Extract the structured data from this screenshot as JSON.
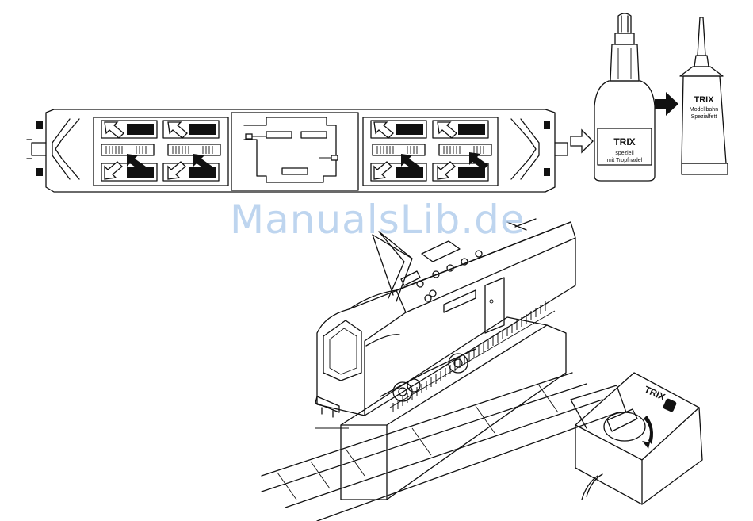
{
  "watermark": {
    "text": "ManualsLib.de",
    "color": "#a9c8ea"
  },
  "oil_bottle": {
    "brand": "TRIX",
    "line1": "speziell",
    "line2": "mit Tropfnadel"
  },
  "grease_tube": {
    "brand": "TRIX",
    "line1": "Modellbahn",
    "line2": "Spezialfett"
  },
  "controller": {
    "brand": "TRIX"
  },
  "icons": [
    "white-arrow-icon",
    "black-arrow-icon",
    "bogie-diagram",
    "locomotive-illustration",
    "control-knob-icon"
  ]
}
